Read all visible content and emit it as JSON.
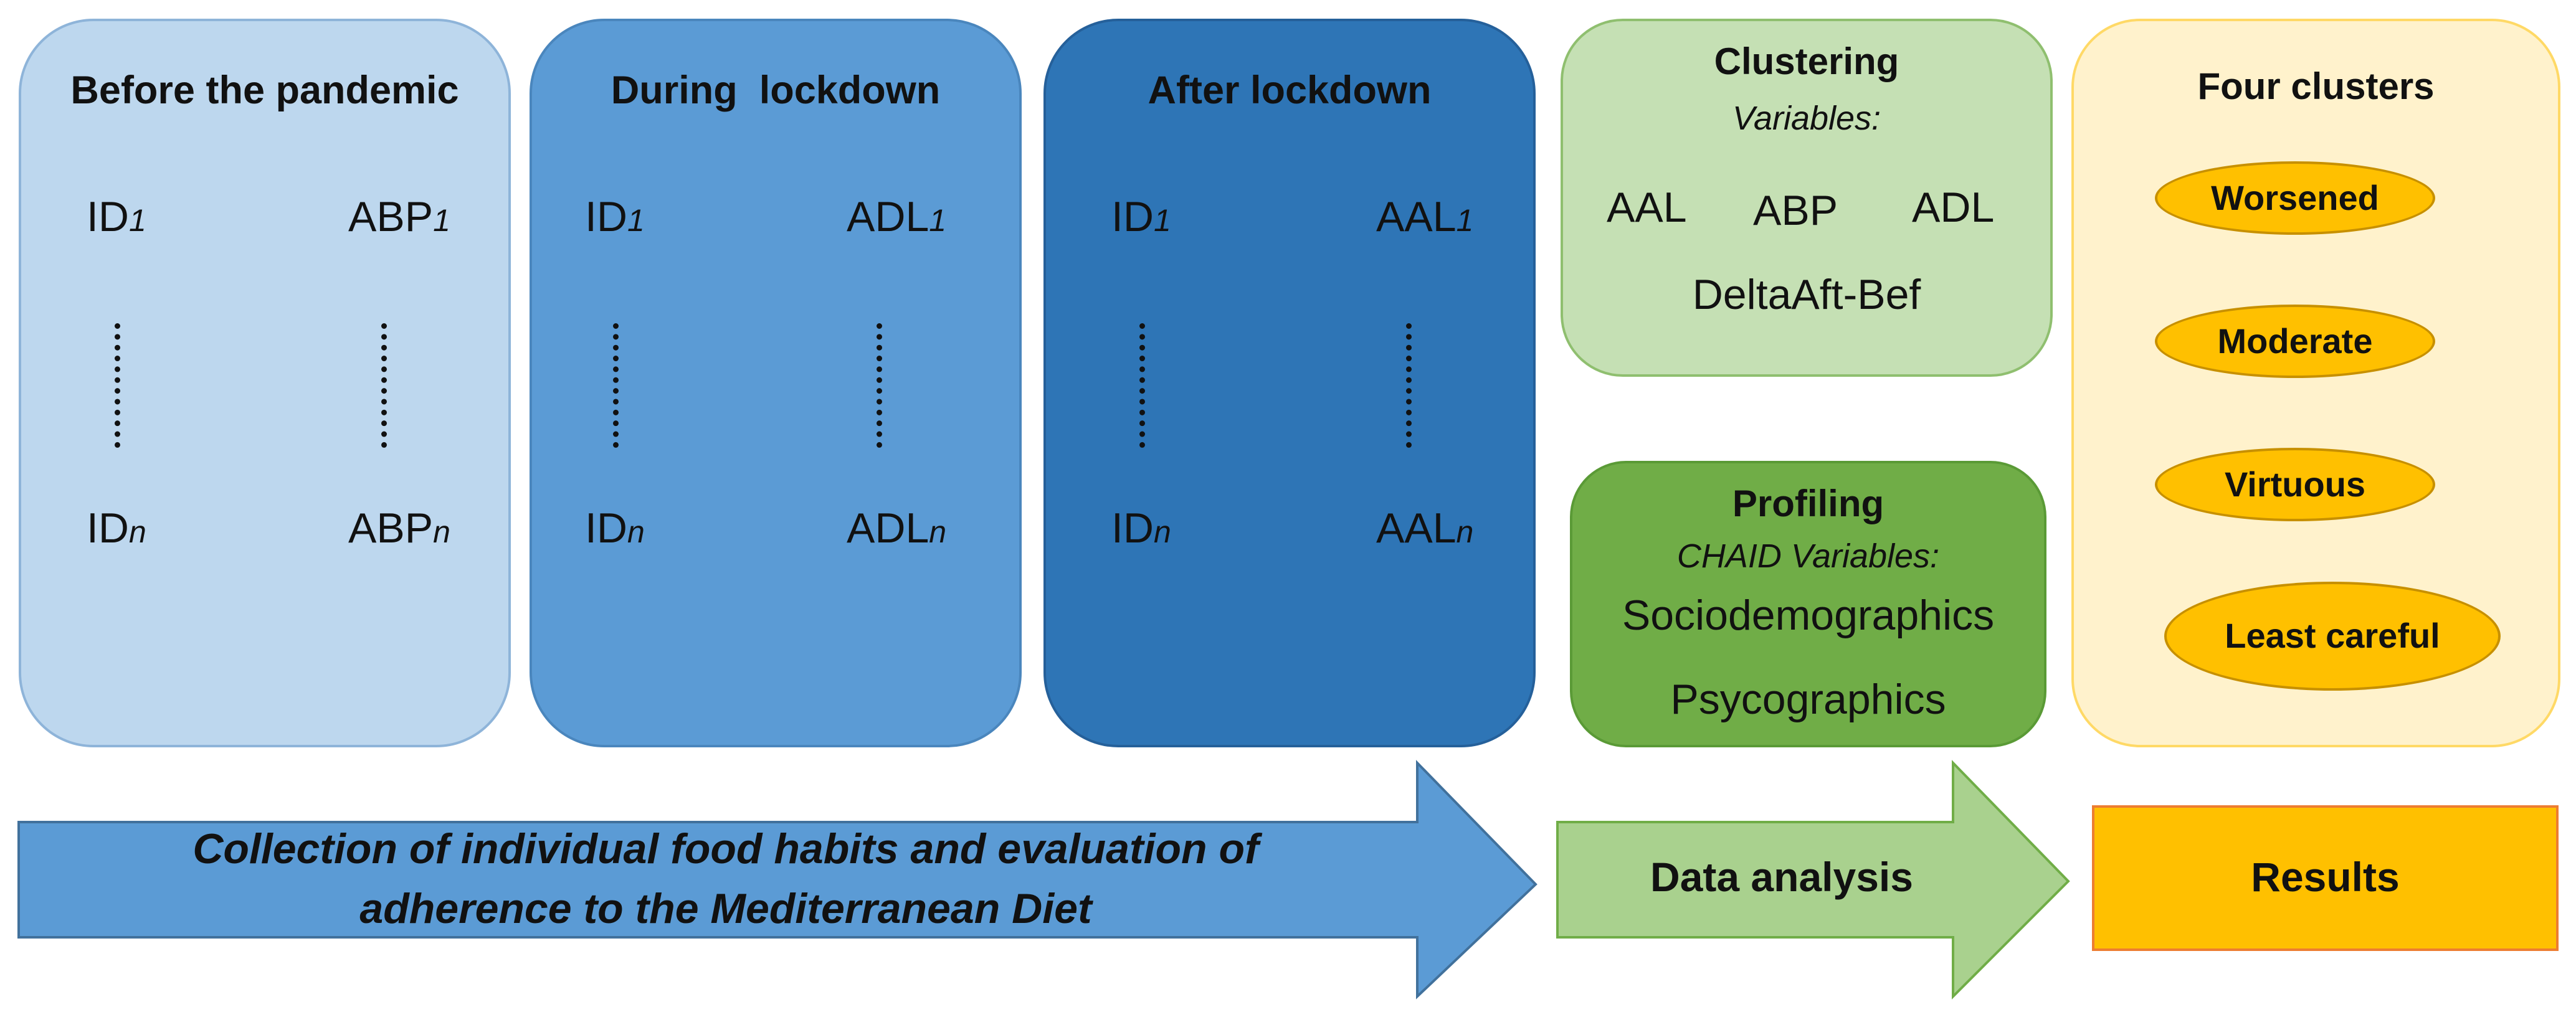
{
  "phases": [
    {
      "title": "Before the pandemic",
      "top_left": "ID",
      "top_left_sub": "1",
      "top_right": "ABP",
      "top_right_sub": "1",
      "bottom_left": "ID",
      "bottom_left_sub": "n",
      "bottom_right": "ABP",
      "bottom_right_sub": "n"
    },
    {
      "title": "During  lockdown",
      "top_left": "ID",
      "top_left_sub": "1",
      "top_right": "ADL",
      "top_right_sub": "1",
      "bottom_left": "ID",
      "bottom_left_sub": "n",
      "bottom_right": "ADL",
      "bottom_right_sub": "n"
    },
    {
      "title": "After lockdown",
      "top_left": "ID",
      "top_left_sub": "1",
      "top_right": "AAL",
      "top_right_sub": "1",
      "bottom_left": "ID",
      "bottom_left_sub": "n",
      "bottom_right": "AAL",
      "bottom_right_sub": "n"
    }
  ],
  "clustering": {
    "title": "Clustering",
    "subtitle": "Variables:",
    "vars": [
      "AAL",
      "ABP",
      "ADL"
    ],
    "delta": "DeltaAft-Bef"
  },
  "profiling": {
    "title": "Profiling",
    "subtitle": "CHAID Variables:",
    "vars": [
      "Sociodemographics",
      "Psycographics"
    ]
  },
  "clusters": {
    "title": "Four clusters",
    "items": [
      "Worsened",
      "Moderate",
      "Virtuous",
      "Least careful"
    ]
  },
  "bottom": {
    "collection_line1": "Collection of individual food habits and evaluation of",
    "collection_line2": "adherence to the Mediterranean Diet",
    "analysis": "Data analysis",
    "results": "Results"
  },
  "colors": {
    "phase1": "#bdd7ee",
    "phase2": "#5b9bd5",
    "phase3": "#2e75b6",
    "clustering": "#c5e0b4",
    "profiling": "#70ad47",
    "clusters_panel": "#fff2cc",
    "cluster_oval": "#ffc000",
    "results": "#ffc000"
  }
}
